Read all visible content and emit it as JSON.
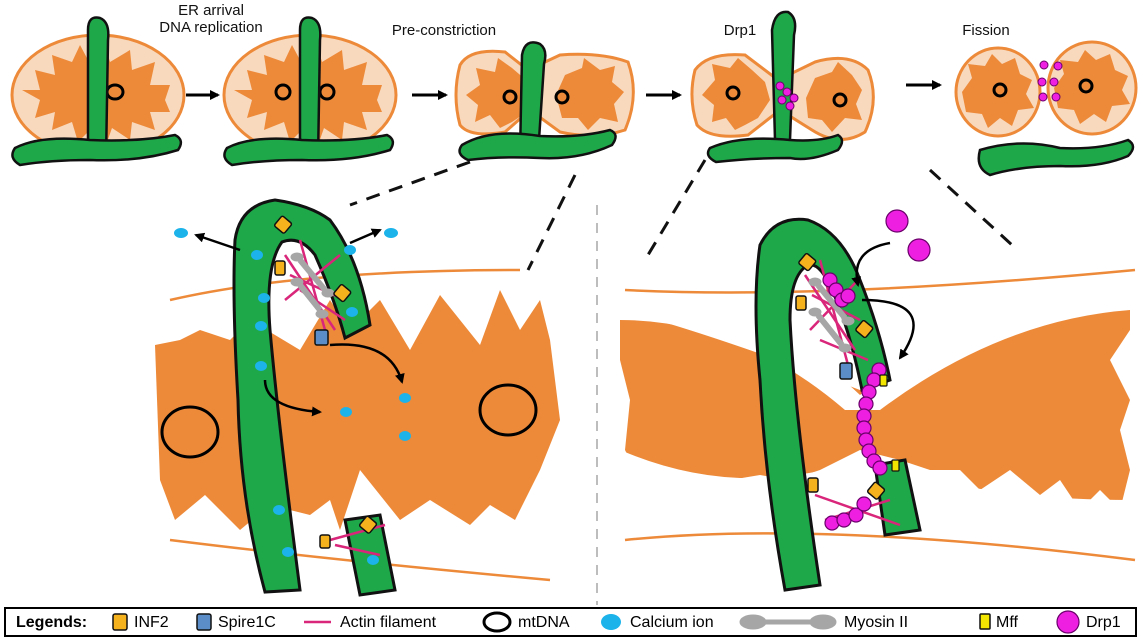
{
  "stages": [
    {
      "label_line1": "ER arrival",
      "label_line2": "DNA replication"
    },
    {
      "label_line1": "Pre-constriction"
    },
    {
      "label_line1": "Drp1"
    },
    {
      "label_line1": "Fission"
    }
  ],
  "legend": {
    "title": "Legends:",
    "items": [
      {
        "label": "INF2",
        "color": "#f5b21c"
      },
      {
        "label": "Spire1C",
        "color": "#5b8ec9"
      },
      {
        "label": "Actin filament",
        "color": "#d9257a"
      },
      {
        "label": "mtDNA",
        "color": "#000000"
      },
      {
        "label": "Calcium ion",
        "color": "#1bb3ea"
      },
      {
        "label": "Myosin II",
        "color": "#a6a6a6"
      },
      {
        "label": "Mff",
        "color": "#f3e600"
      },
      {
        "label": "Drp1",
        "color": "#ef1fe2"
      }
    ]
  },
  "colors": {
    "mito_matrix": "#ed8a3a",
    "mito_outer": "#f9d9bd",
    "er": "#1ea84a",
    "outline": "#111111"
  }
}
